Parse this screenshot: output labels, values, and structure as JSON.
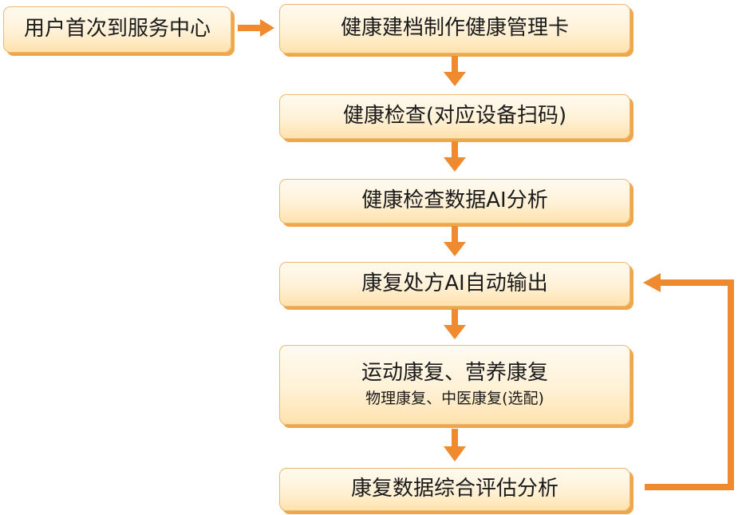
{
  "flow": {
    "start": "用户首次到服务中心",
    "step1": "健康建档制作健康管理卡",
    "step2": "健康检查(对应设备扫码)",
    "step3": "健康检查数据AI分析",
    "step4": "康复处方AI自动输出",
    "step5_line1": "运动康复、营养康复",
    "step5_line2": "物理康复、中医康复(选配)",
    "step6": "康复数据综合评估分析"
  },
  "colors": {
    "arrow": "#ef8a2e",
    "box_border": "#eeb86c",
    "box_shadow": "#f0a64a"
  }
}
